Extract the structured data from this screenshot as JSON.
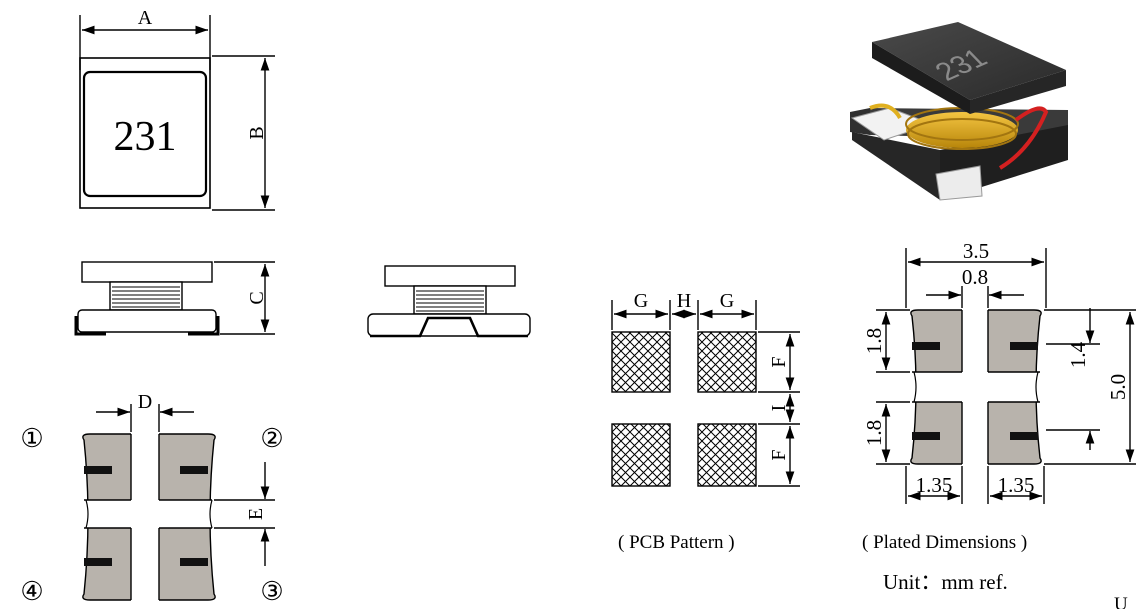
{
  "part_marking": "231",
  "dim_labels": {
    "A": "A",
    "B": "B",
    "C": "C",
    "D": "D",
    "E": "E",
    "F": "F",
    "G": "G",
    "H": "H",
    "I": "I"
  },
  "pin_labels": [
    "①",
    "②",
    "③",
    "④"
  ],
  "pcb_caption": "( PCB Pattern )",
  "plated_caption": "( Plated Dimensions )",
  "unit_caption": "Unit：mm ref.",
  "plated_values": {
    "width": "3.5",
    "gap": "0.8",
    "pad_top": "1.8",
    "pad_bottom": "1.8",
    "inner": "1.4",
    "height": "5.0",
    "pad_left": "1.35",
    "pad_right": "1.35"
  },
  "corner_text": "U",
  "colors": {
    "pad_gray": "#b8b3ac",
    "body_dark": "#2b2b2b",
    "copper": "#d9a21c",
    "wire_red": "#d42020"
  }
}
